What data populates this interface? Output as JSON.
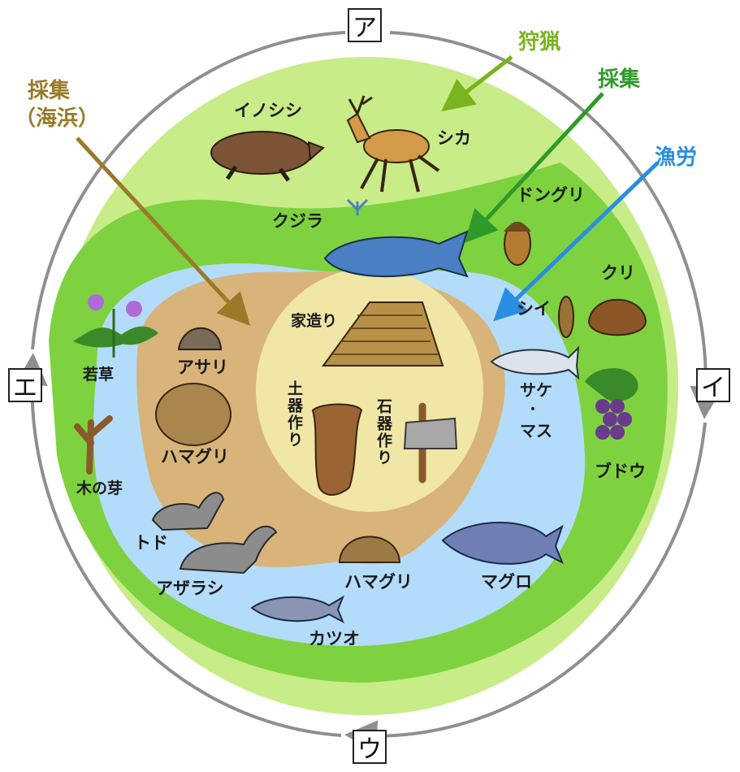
{
  "boxes": {
    "top": "ア",
    "right": "イ",
    "bottom": "ウ",
    "left": "エ"
  },
  "categories": {
    "hunting": {
      "label": "狩猟",
      "color": "#7ab41e"
    },
    "gathering": {
      "label": "採集",
      "color": "#2f9a2a"
    },
    "fishing": {
      "label": "漁労",
      "color": "#2a8ee0"
    },
    "gathering_coast": {
      "label": "採集",
      "sub": "（海浜）",
      "color": "#9a7a28"
    }
  },
  "center": {
    "house": "家造り",
    "pottery": "土器作り",
    "stone_tools": "石器作り"
  },
  "items": {
    "inoshishi": "イノシシ",
    "shika": "シカ",
    "kujira": "クジラ",
    "donguri": "ドングリ",
    "kuri": "クリ",
    "shii": "シイ",
    "sake": "サケ",
    "dot": "・",
    "masu": "マス",
    "budou": "ブドウ",
    "maguro": "マグロ",
    "katsuo": "カツオ",
    "hamaguri_bottom": "ハマグリ",
    "azarashi": "アザラシ",
    "todo": "トド",
    "asari": "アサリ",
    "hamaguri_left": "ハマグリ",
    "wakakusa": "若草",
    "konome": "木の芽"
  },
  "colors": {
    "outer_ring": "#8f8f8f",
    "land_light": "#c7ec88",
    "land_dark": "#7ed23f",
    "sea": "#b3dcfa",
    "coast_sand": "#d8b47a",
    "village": "#f0e6a6"
  }
}
